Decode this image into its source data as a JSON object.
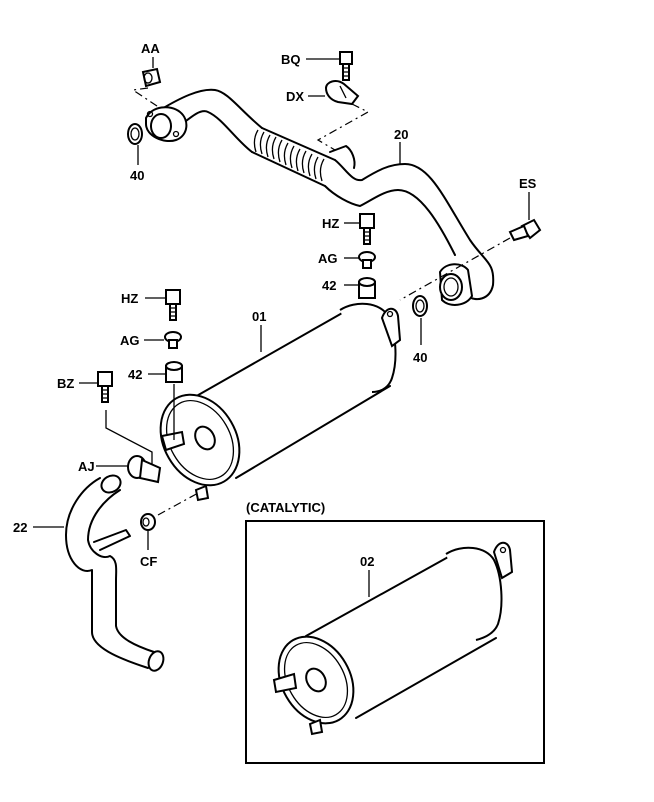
{
  "title": "Exhaust system exploded parts diagram",
  "inset": {
    "heading": "(CATALYTIC)",
    "part_label": "02"
  },
  "callouts": {
    "AA": "AA",
    "BQ": "BQ",
    "DX": "DX",
    "40_top": "40",
    "20": "20",
    "ES": "ES",
    "HZ_right": "HZ",
    "AG_right": "AG",
    "42_right": "42",
    "40_right": "40",
    "01": "01",
    "HZ_left": "HZ",
    "AG_left": "AG",
    "42_left": "42",
    "BZ": "BZ",
    "AJ": "AJ",
    "22": "22",
    "CF": "CF"
  },
  "parts": [
    {
      "ref": "01",
      "name": "muffler"
    },
    {
      "ref": "02",
      "name": "muffler (catalytic)"
    },
    {
      "ref": "20",
      "name": "front exhaust pipe"
    },
    {
      "ref": "22",
      "name": "tail pipe"
    },
    {
      "ref": "40",
      "name": "gasket"
    },
    {
      "ref": "42",
      "name": "rubber mount"
    },
    {
      "ref": "AA",
      "name": "nut"
    },
    {
      "ref": "AG",
      "name": "washer"
    },
    {
      "ref": "AJ",
      "name": "clamp"
    },
    {
      "ref": "BQ",
      "name": "bolt"
    },
    {
      "ref": "BZ",
      "name": "bolt"
    },
    {
      "ref": "CF",
      "name": "nut"
    },
    {
      "ref": "DX",
      "name": "bracket"
    },
    {
      "ref": "ES",
      "name": "bolt"
    },
    {
      "ref": "HZ",
      "name": "bolt"
    }
  ]
}
